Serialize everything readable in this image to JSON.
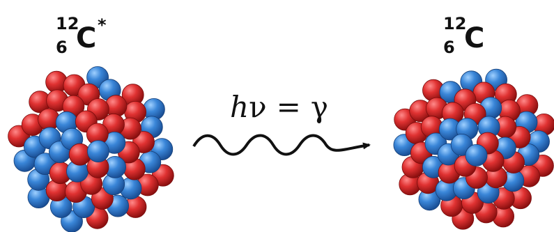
{
  "left_label": {
    "mass_number": "12",
    "atomic_number": "6",
    "symbol": "C",
    "marker": "*"
  },
  "right_label": {
    "mass_number": "12",
    "atomic_number": "6",
    "symbol": "C"
  },
  "equation": {
    "h": "h",
    "nu": "ν",
    "equals": "=",
    "gamma": "γ"
  },
  "colors": {
    "proton": "#d42a2a",
    "neutron": "#2f74c8",
    "arrow": "#111111"
  },
  "nucleus_counts": {
    "left_visible_spheres": 56,
    "right_visible_spheres": 58
  }
}
